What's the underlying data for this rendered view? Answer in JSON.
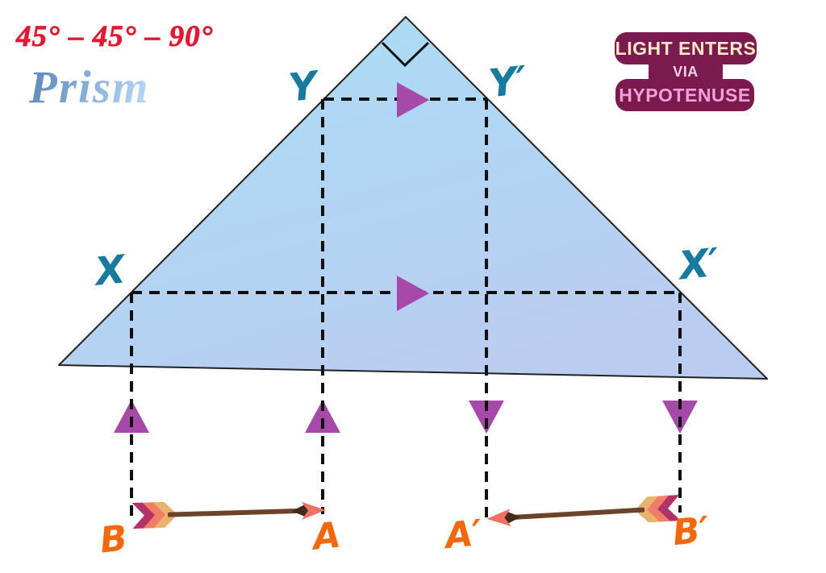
{
  "title": {
    "angles": "45° – 45° – 90°",
    "name": "Prism"
  },
  "badge": {
    "lines": [
      "LIGHT ENTERS",
      "VIA",
      "HYPOTENUSE"
    ]
  },
  "point_labels": {
    "y": "Y",
    "y_prime": "Y′",
    "x": "X",
    "x_prime": "X′",
    "b": "B",
    "a": "A",
    "a_prime": "A′",
    "b_prime": "B′"
  },
  "icons": {
    "ray_direction_arrows": "purple triangle arrowheads marking light-ray direction",
    "object_arrows": "feathered archery arrows marking object (B→A) and inverted image (A′←B′)"
  },
  "colors": {
    "angles_text": "#df1b33",
    "prism_text_gradient_start": "#5f88bd",
    "prism_text_gradient_end": "#b9d7f2",
    "badge_bg": "#7b1a4f",
    "badge_line1_text": "#f6e7c4",
    "badge_line2_text": "#f3cfe2",
    "badge_line3_text": "#f2a0d8",
    "label_teal": "#177a9e",
    "label_orange": "#f4680c",
    "ray_arrow_purple": "#a649a8",
    "prism_fill_top": "#a8def6",
    "prism_fill_bottom": "#bacdf0",
    "prism_outline": "#222222",
    "dashed_ray": "#101010",
    "arrow_shaft_brown": "#6b422a",
    "arrow_head_salmon": "#ed7261",
    "fletching_magenta": "#b13368",
    "fletching_salmon": "#ee7e68",
    "fletching_tan": "#eab26e"
  }
}
